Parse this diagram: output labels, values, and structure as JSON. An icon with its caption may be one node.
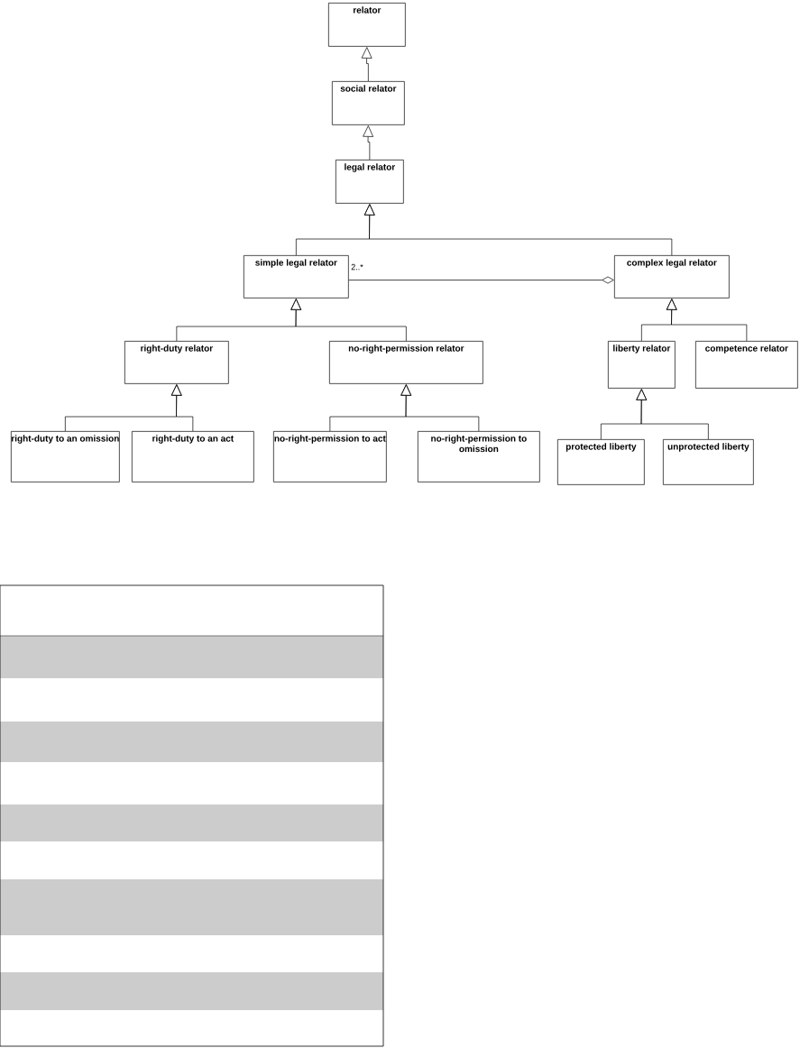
{
  "diagram": {
    "nodes": [
      {
        "text": [
          "relator"
        ]
      },
      {
        "text": [
          "social relator"
        ]
      },
      {
        "text": [
          "legal relator"
        ]
      },
      {
        "text": [
          "simple legal relator"
        ]
      },
      {
        "text": [
          "complex legal relator"
        ]
      },
      {
        "text": [
          "right-duty relator"
        ]
      },
      {
        "text": [
          "no-right-permission relator"
        ]
      },
      {
        "text": [
          "right-duty to an omission"
        ]
      },
      {
        "text": [
          "right-duty to an act"
        ]
      },
      {
        "text": [
          "no-right-permission to act"
        ]
      },
      {
        "text": [
          "no-right-permission to omission"
        ]
      },
      {
        "text": [
          "liberty relator"
        ]
      },
      {
        "text": [
          "competence relator"
        ]
      },
      {
        "text": [
          "protected liberty"
        ]
      },
      {
        "text": [
          "unprotected liberty"
        ]
      }
    ],
    "edges": [
      {
        "from": 1,
        "to": 0,
        "arrow": "to"
      },
      {
        "from": 2,
        "to": 1,
        "arrow": "to"
      },
      {
        "from": 3,
        "to": 2,
        "arrow": "to"
      },
      {
        "from": 4,
        "to": 2,
        "arrow": "to"
      },
      {
        "from": 3,
        "to": 4,
        "arrow": "other",
        "label": "2..*"
      },
      {
        "from": 5,
        "to": 3,
        "arrow": "to"
      },
      {
        "from": 6,
        "to": 3,
        "arrow": "to"
      },
      {
        "from": 7,
        "to": 5,
        "arrow": "to"
      },
      {
        "from": 8,
        "to": 5,
        "arrow": "to"
      },
      {
        "from": 9,
        "to": 6,
        "arrow": "to"
      },
      {
        "from": 10,
        "to": 6,
        "arrow": "to"
      },
      {
        "from": 11,
        "to": 4,
        "arrow": "to"
      },
      {
        "from": 12,
        "to": 4,
        "arrow": "to"
      },
      {
        "from": 13,
        "to": 11,
        "arrow": "to"
      },
      {
        "from": 14,
        "to": 11,
        "arrow": "to"
      }
    ]
  }
}
